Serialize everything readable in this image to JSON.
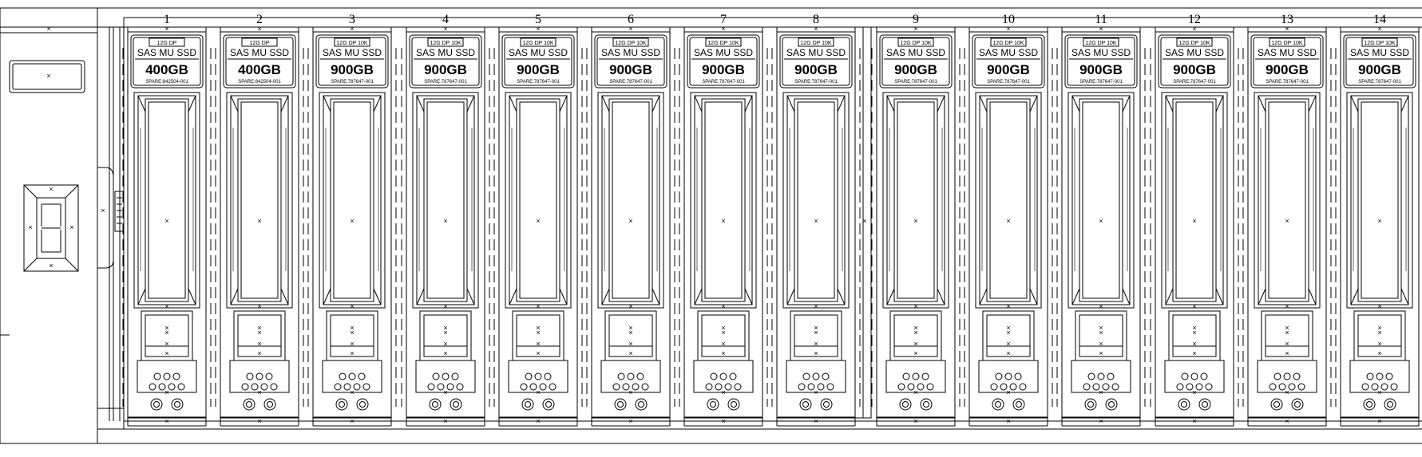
{
  "marker_char": "×",
  "drives": [
    {
      "bay": "1",
      "speed": "12G DP",
      "type": "SAS MU SSD",
      "capacity": "400GB",
      "spare": "SPARE:842504-001"
    },
    {
      "bay": "2",
      "speed": "12G DP",
      "type": "SAS MU SSD",
      "capacity": "400GB",
      "spare": "SPARE:842504-001"
    },
    {
      "bay": "3",
      "speed": "12G DP 10K",
      "type": "SAS MU SSD",
      "capacity": "900GB",
      "spare": "SPARE:787647-001"
    },
    {
      "bay": "4",
      "speed": "12G DP 10K",
      "type": "SAS MU SSD",
      "capacity": "900GB",
      "spare": "SPARE:787647-001"
    },
    {
      "bay": "5",
      "speed": "12G DP 10K",
      "type": "SAS MU SSD",
      "capacity": "900GB",
      "spare": "SPARE:787647-001"
    },
    {
      "bay": "6",
      "speed": "12G DP 10K",
      "type": "SAS MU SSD",
      "capacity": "900GB",
      "spare": "SPARE:787647-001"
    },
    {
      "bay": "7",
      "speed": "12G DP 10K",
      "type": "SAS MU SSD",
      "capacity": "900GB",
      "spare": "SPARE:787647-001"
    },
    {
      "bay": "8",
      "speed": "12G DP 10K",
      "type": "SAS MU SSD",
      "capacity": "900GB",
      "spare": "SPARE:787647-001"
    },
    {
      "bay": "9",
      "speed": "12G DP 10K",
      "type": "SAS MU SSD",
      "capacity": "900GB",
      "spare": "SPARE:787647-001"
    },
    {
      "bay": "10",
      "speed": "12G DP 10K",
      "type": "SAS MU SSD",
      "capacity": "900GB",
      "spare": "SPARE:787647-001"
    },
    {
      "bay": "11",
      "speed": "12G DP 10K",
      "type": "SAS MU SSD",
      "capacity": "900GB",
      "spare": "SPARE:787647-001"
    },
    {
      "bay": "12",
      "speed": "12G DP 10K",
      "type": "SAS MU SSD",
      "capacity": "900GB",
      "spare": "SPARE:787647-001"
    },
    {
      "bay": "13",
      "speed": "12G DP 10K",
      "type": "SAS MU SSD",
      "capacity": "900GB",
      "spare": "SPARE:787647-001"
    },
    {
      "bay": "14",
      "speed": "12G DP 10K",
      "type": "SAS MU SSD",
      "capacity": "900GB",
      "spare": "SPARE:787647-001"
    }
  ]
}
